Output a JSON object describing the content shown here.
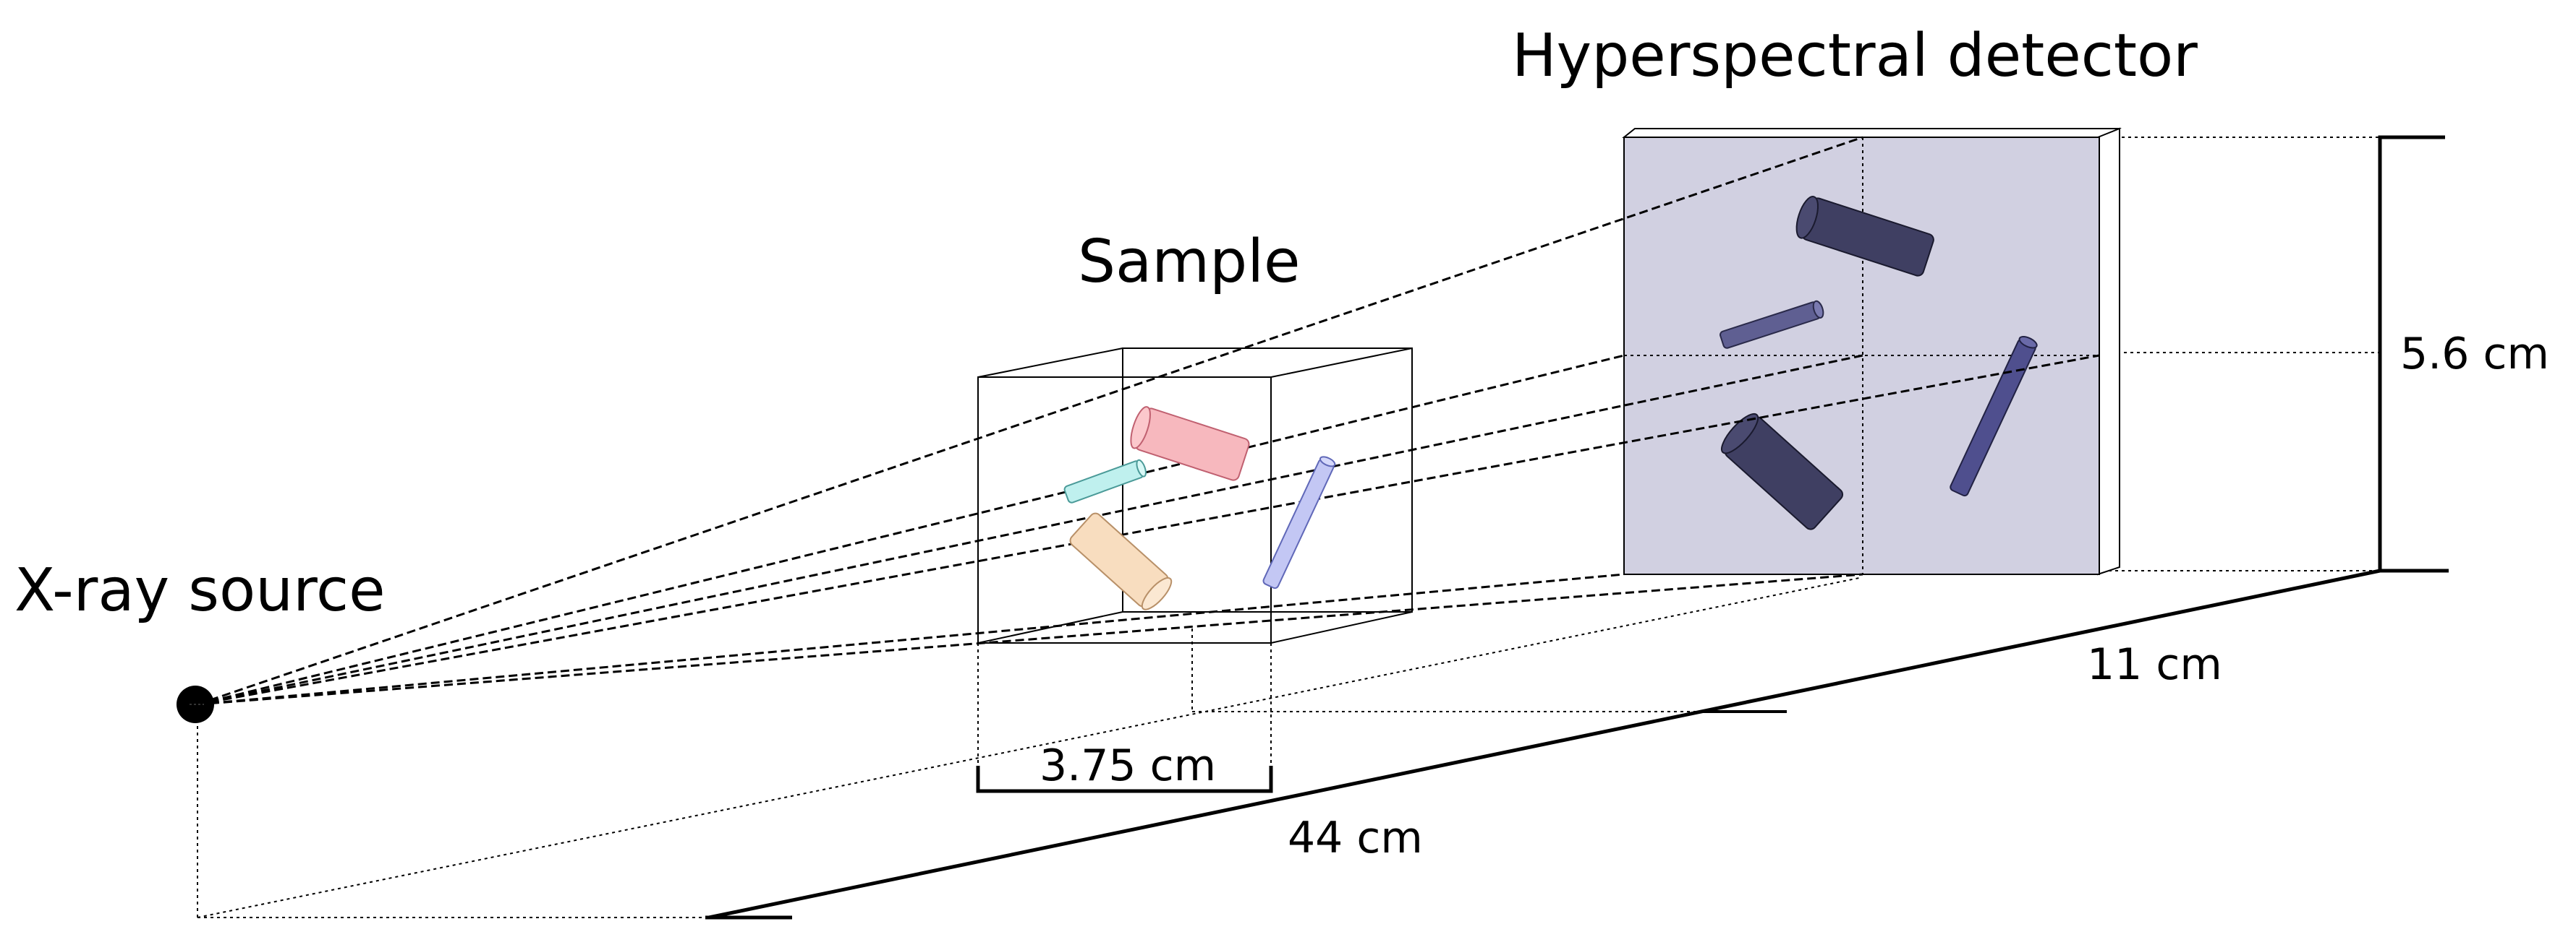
{
  "labels": {
    "source": "X-ray source",
    "sample": "Sample",
    "detector": "Hyperspectral detector"
  },
  "dimensions": {
    "detector_height": "5.6 cm",
    "sample_to_detector": "11 cm",
    "sample_width": "3.75 cm",
    "source_to_detector": "44 cm"
  },
  "colors": {
    "detector_face": "#d1d0e1",
    "rod_dark": "#3f3f62",
    "rod_medium": "#5f5f92",
    "rod_blue": "#4f4f8e",
    "sample_red": "#f7b8be",
    "sample_cyan": "#bff0ee",
    "sample_orange": "#f8ddbf",
    "sample_blue": "#c3c7f4"
  }
}
